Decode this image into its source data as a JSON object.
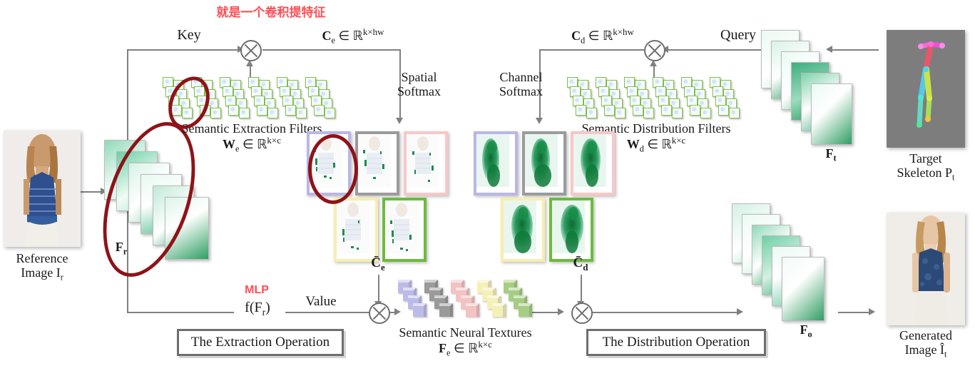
{
  "figure": {
    "type": "architecture-diagram",
    "title": "Semantic Extraction and Distribution Attention Pipeline"
  },
  "annotations": {
    "chinese_note": "就是一个卷积提特征",
    "chinese_note_color": "#ff4d55",
    "mlp_note": "MLP",
    "mlp_note_color": "#ff4d55",
    "ellipse_color": "#8e1318",
    "ellipse_count": 3
  },
  "inputs": {
    "reference": {
      "line1": "Reference",
      "line2": "Image I",
      "sub2": "r"
    },
    "target_skeleton": {
      "line1": "Target",
      "line2": "Skeleton P",
      "sub2": "t"
    }
  },
  "outputs": {
    "generated": {
      "line1": "Generated",
      "line2": "Image Î",
      "sub2": "t"
    }
  },
  "feature_maps": {
    "reference_features": {
      "label": "F",
      "sub": "r",
      "count": 6
    },
    "target_features": {
      "label": "F",
      "sub": "t",
      "count": 6
    },
    "output_features": {
      "label": "F",
      "sub": "o",
      "count": 6
    }
  },
  "branches": {
    "key_label": "Key",
    "query_label": "Query",
    "value_label": "Value",
    "value_fn": "f(F",
    "value_fn_sub": "r",
    "value_fn_tail": ")"
  },
  "tensors": {
    "c_e": {
      "sym": "C",
      "sub": "e",
      "space": "∈ ℝ",
      "dim": "k×hw"
    },
    "c_d": {
      "sym": "C",
      "sub": "d",
      "space": "∈ ℝ",
      "dim": "k×hw"
    },
    "c_e_bar": {
      "sym": "C̄",
      "sub": "e"
    },
    "c_d_bar": {
      "sym": "C̄",
      "sub": "d"
    }
  },
  "softmax": {
    "spatial": {
      "line1": "Spatial",
      "line2": "Softmax"
    },
    "channel": {
      "line1": "Channel",
      "line2": "Softmax"
    }
  },
  "filters": {
    "extraction": {
      "line1": "Semantic Extraction Filters",
      "sym": "W",
      "sub": "e",
      "space": "∈ ℝ",
      "dim": "k×c",
      "rows": 4,
      "cols": 6
    },
    "distribution": {
      "line1": "Semantic Distribution Filters",
      "sym": "W",
      "sub": "d",
      "space": "∈ ℝ",
      "dim": "k×c",
      "rows": 4,
      "cols": 6
    }
  },
  "textures": {
    "line1": "Semantic Neural Textures",
    "sym": "F",
    "sub": "e",
    "space": "∈ ℝ",
    "dim": "k×c",
    "group_colors": [
      "#bdbbe8",
      "#9a9a9a",
      "#f3c2c2",
      "#f5f0b6",
      "#a7cc84"
    ],
    "groups": 5,
    "per_group": 4
  },
  "operations": {
    "extraction_box": "The Extraction Operation",
    "distribution_box": "The Distribution Operation"
  },
  "attention_maps": {
    "extraction_border_colors": [
      "#b9b7e6",
      "#9b9b9b",
      "#f8c7c7",
      "#f7edb0",
      "#6cbb3c"
    ],
    "distribution_border_colors": [
      "#b9b7e6",
      "#9b9b9b",
      "#f8c7c7",
      "#f7edb0",
      "#6cbb3c"
    ],
    "count_top_row": 3,
    "count_bottom_row": 2
  },
  "colors": {
    "line": "#808080",
    "green_feature": "#2e9e62",
    "box_border": "#6e6e6e"
  }
}
